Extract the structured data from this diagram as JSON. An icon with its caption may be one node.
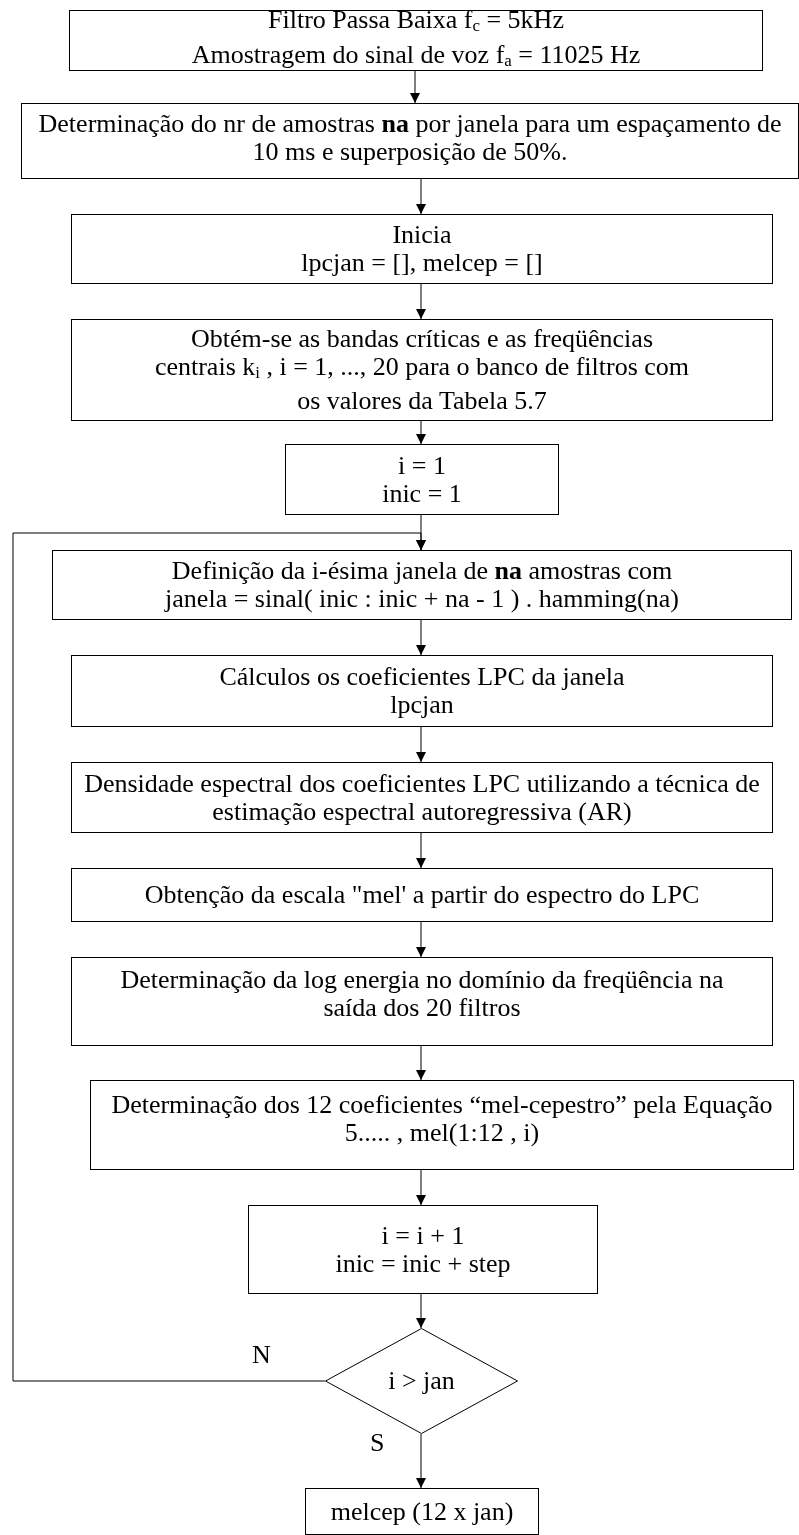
{
  "diagram": {
    "nodes": [
      {
        "text": [
          "Filtro Passa Baixa f$_{c}$ = 5kHz",
          "Amostragem do sinal de voz f$_{a}$ = 11025 Hz"
        ]
      },
      {
        "text": [
          "Determinação do nr de amostras **na** por janela para um espaçamento de 10 ms e superposição de 50%."
        ]
      },
      {
        "text": [
          "Inicia",
          "lpcjan = [],  melcep = []"
        ]
      },
      {
        "text": [
          "Obtém-se as bandas críticas e as freqüências centrais k$_{i}$ , i = 1, ..., 20 para o banco de filtros com os valores da Tabela 5.7"
        ]
      },
      {
        "text": [
          "i = 1",
          "inic = 1"
        ]
      },
      {
        "text": [
          "Definição da i-ésima janela de  **na**  amostras com",
          "janela = sinal( inic : inic + na - 1 ) . hamming(na)"
        ]
      },
      {
        "text": [
          "Cálculos os coeficientes LPC da janela",
          "lpcjan"
        ]
      },
      {
        "text": [
          "Densidade espectral dos coeficientes LPC utilizando a técnica de estimação espectral autoregressiva (AR)"
        ]
      },
      {
        "text": [
          "Obtenção da escala \"mel' a partir do espectro do LPC"
        ]
      },
      {
        "text": [
          "Determinação da log energia no domínio da freqüência na saída dos 20 filtros"
        ]
      },
      {
        "text": [
          "Determinação dos 12 coeficientes “mel-cepestro” pela Equação 5..... ,   mel(1:12 , i)"
        ]
      },
      {
        "text": [
          "i = i + 1",
          "inic = inic + step"
        ]
      },
      {
        "text": [
          "i > jan"
        ]
      },
      {
        "text": [
          "melcep (12 x jan)"
        ]
      }
    ],
    "edges": [
      {
        "from": 0,
        "to": 1,
        "arrow": "to"
      },
      {
        "from": 1,
        "to": 2,
        "arrow": "to"
      },
      {
        "from": 2,
        "to": 3,
        "arrow": "to"
      },
      {
        "from": 3,
        "to": 4,
        "arrow": "to"
      },
      {
        "from": 4,
        "to": 5,
        "arrow": "to"
      },
      {
        "from": 5,
        "to": 6,
        "arrow": "to"
      },
      {
        "from": 6,
        "to": 7,
        "arrow": "to"
      },
      {
        "from": 7,
        "to": 8,
        "arrow": "to"
      },
      {
        "from": 8,
        "to": 9,
        "arrow": "to"
      },
      {
        "from": 9,
        "to": 10,
        "arrow": "to"
      },
      {
        "from": 10,
        "to": 11,
        "arrow": "to"
      },
      {
        "from": 11,
        "to": 12,
        "arrow": "to"
      },
      {
        "from": 12,
        "to": 5,
        "label": "N",
        "arrow": "to"
      },
      {
        "from": 12,
        "to": 13,
        "label": "S",
        "arrow": "to"
      }
    ]
  }
}
